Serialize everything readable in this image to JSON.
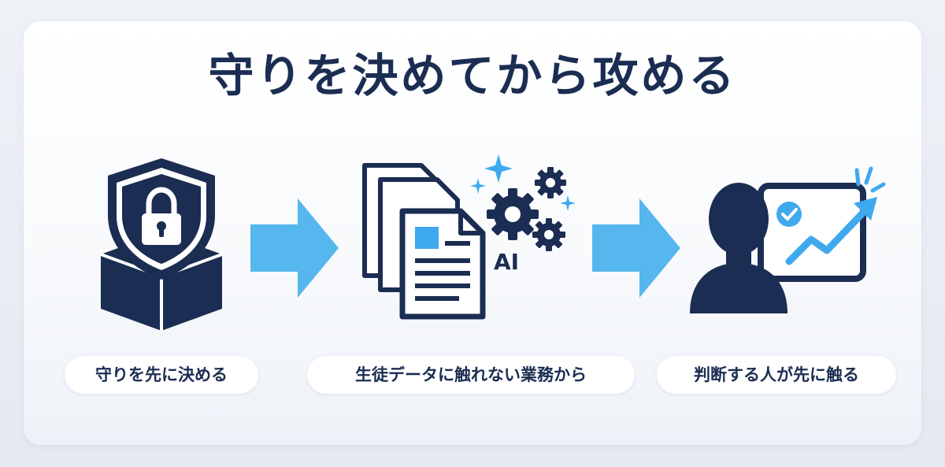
{
  "title": "守りを決めてから攻める",
  "steps": [
    {
      "icon": "shield-lock-icon",
      "label": "守りを先に決める"
    },
    {
      "icon": "documents-ai-gears-icon",
      "label": "生徒データに触れない業務から",
      "ai_text": "AI"
    },
    {
      "icon": "person-chart-icon",
      "label": "判断する人が先に触る"
    }
  ],
  "colors": {
    "navy": "#1b2d52",
    "arrow_blue": "#56b7ef",
    "accent_blue": "#3fa9ee"
  }
}
